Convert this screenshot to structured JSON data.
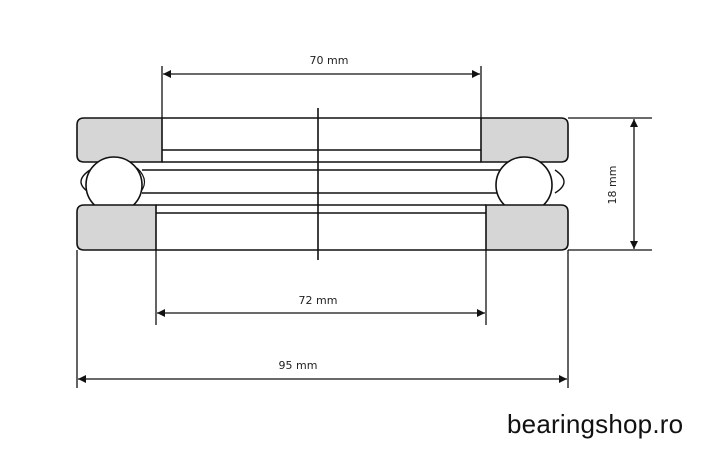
{
  "dimensions": {
    "bore_diameter": "70 mm",
    "housing_bore": "72 mm",
    "outer_diameter": "95 mm",
    "height": "18 mm"
  },
  "brand": "bearingshop.ro",
  "colors": {
    "washer_fill": "#d6d6d6",
    "line": "#111111",
    "background": "#ffffff"
  }
}
